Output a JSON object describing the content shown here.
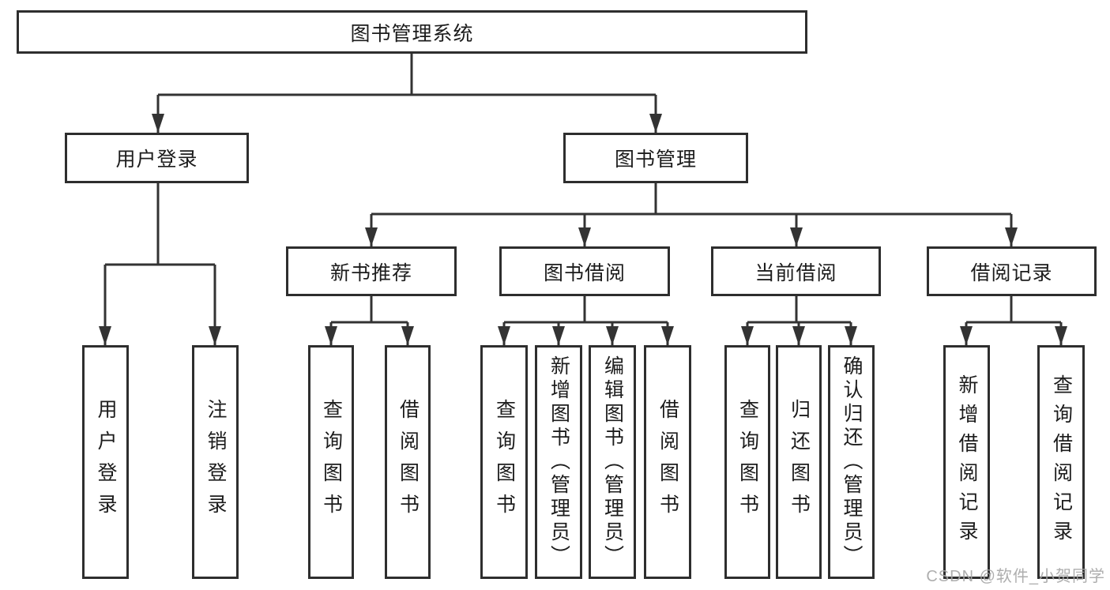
{
  "page": {
    "background": "#ffffff"
  },
  "colors": {
    "line": "#333333",
    "box_border": "#2e2e2e",
    "text": "#1c1c1c",
    "watermark": "#a5a5a5"
  },
  "nodes": {
    "root": "图书管理系统",
    "user_login": "用户登录",
    "book_management": "图书管理",
    "new_book_recommend": "新书推荐",
    "book_borrow": "图书借阅",
    "current_borrow": "当前借阅",
    "borrow_record": "借阅记录",
    "leaf_user_login": "用户登录",
    "leaf_logout_login": "注销登录",
    "leaf_nbr_query_book": "查询图书",
    "leaf_nbr_borrow_book": "借阅图书",
    "leaf_bb_query_book": "查询图书",
    "leaf_bb_add_book": "新增图书（管理员）",
    "leaf_bb_edit_book": "编辑图书（管理员）",
    "leaf_bb_borrow_book": "借阅图书",
    "leaf_cb_query_book": "查询图书",
    "leaf_cb_return_book": "归还图书",
    "leaf_cb_confirm_return": "确认归还（管理员）",
    "leaf_br_add_record": "新增借阅记录",
    "leaf_br_query_record": "查询借阅记录"
  },
  "hierarchy": {
    "图书管理系统": {
      "用户登录": [
        "用户登录",
        "注销登录"
      ],
      "图书管理": {
        "新书推荐": [
          "查询图书",
          "借阅图书"
        ],
        "图书借阅": [
          "查询图书",
          "新增图书（管理员）",
          "编辑图书（管理员）",
          "借阅图书"
        ],
        "当前借阅": [
          "查询图书",
          "归还图书",
          "确认归还（管理员）"
        ],
        "借阅记录": [
          "新增借阅记录",
          "查询借阅记录"
        ]
      }
    }
  },
  "watermark": {
    "text": "CSDN @软件_小贺同学"
  }
}
